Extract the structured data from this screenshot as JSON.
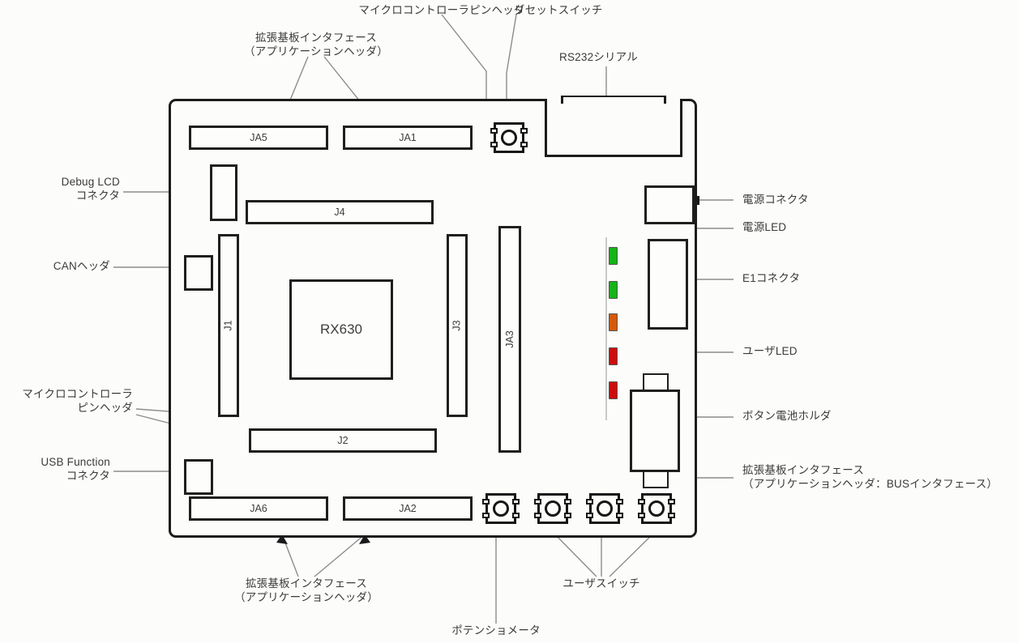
{
  "diagram": {
    "title": "RX630 board component layout",
    "mcu_label": "RX630"
  },
  "colors": {
    "outline": "#1c1c1c",
    "text": "#3a3a3a",
    "leader": "#8c8c8c",
    "led_green": "#15b315",
    "led_orange": "#d35a0a",
    "led_red": "#cc0d0d"
  },
  "connectors": {
    "ja5": "JA5",
    "ja1": "JA1",
    "j4": "J4",
    "j1": "J1",
    "j3": "J3",
    "ja3": "JA3",
    "j2": "J2",
    "ja6": "JA6",
    "ja2": "JA2"
  },
  "annotations": {
    "mcu_pin_header_top": "マイクロコントローラピンヘッダ",
    "expansion_app_header_top": "拡張基板インタフェース\n（アプリケーションヘッダ）",
    "reset_switch": "リセットスイッチ",
    "rs232_serial": "RS232シリアル",
    "debug_lcd": "Debug LCD\nコネクタ",
    "can_header": "CANヘッダ",
    "mcu_pin_header_left": "マイクロコントローラ\nピンヘッダ",
    "usb_function": "USB Function\nコネクタ",
    "power_connector": "電源コネクタ",
    "power_led": "電源LED",
    "e1_connector": "E1コネクタ",
    "user_led": "ユーザLED",
    "battery_holder": "ボタン電池ホルダ",
    "expansion_app_bus": "拡張基板インタフェース\n（アプリケーションヘッダ：BUSインタフェース）",
    "expansion_app_header_bottom": "拡張基板インタフェース\n（アプリケーションヘッダ）",
    "potentiometer": "ポテンショメータ",
    "user_switch": "ユーザスイッチ"
  },
  "leds": [
    {
      "name": "power-led-1",
      "color": "#15b315"
    },
    {
      "name": "power-led-2",
      "color": "#15b315"
    },
    {
      "name": "user-led-orange",
      "color": "#d35a0a"
    },
    {
      "name": "user-led-red-1",
      "color": "#cc0d0d"
    },
    {
      "name": "user-led-red-2",
      "color": "#cc0d0d"
    }
  ]
}
